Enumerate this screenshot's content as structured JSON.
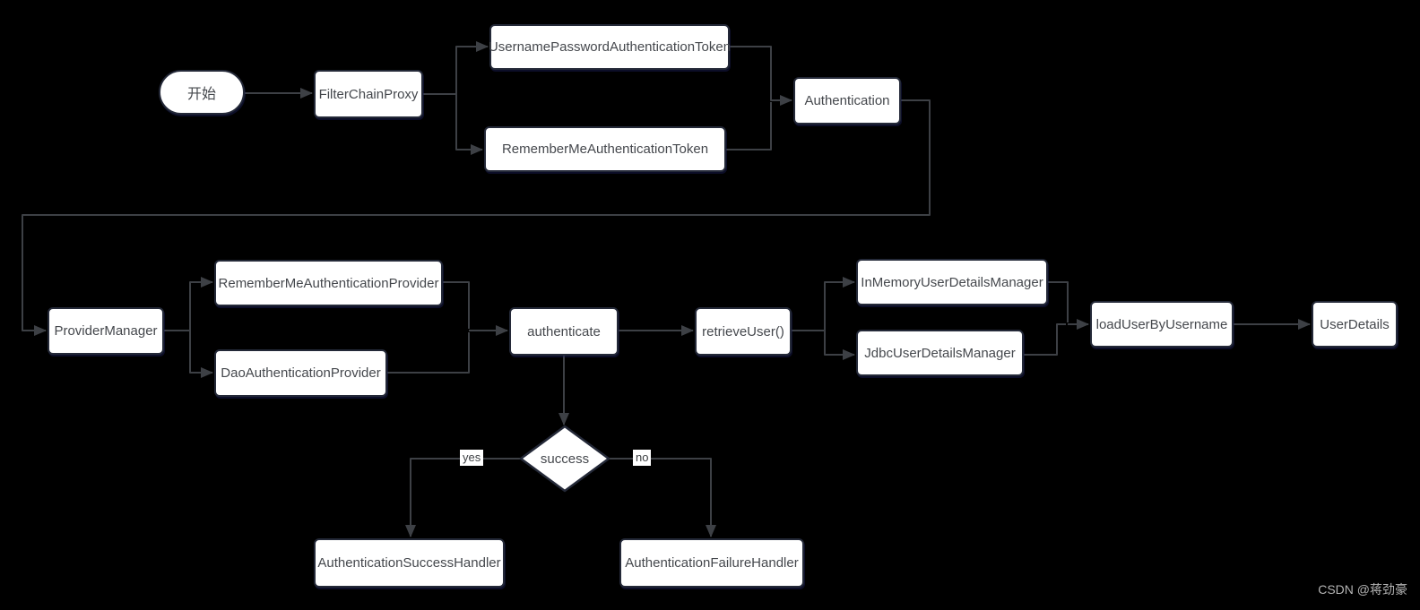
{
  "diagram": {
    "title_hint": "Spring Security authentication flowchart",
    "colors": {
      "background": "#000000",
      "node_fill": "#ffffff",
      "node_border": "#242938",
      "node_text": "#45484d",
      "line": "#3d4045"
    },
    "nodes": {
      "start": "开始",
      "filter_chain_proxy": "FilterChainProxy",
      "username_password_token": "UsernamePasswordAuthenticationToken",
      "remember_me_token": "RememberMeAuthenticationToken",
      "authentication": "Authentication",
      "provider_manager": "ProviderManager",
      "remember_me_provider": "RememberMeAuthenticationProvider",
      "dao_provider": "DaoAuthenticationProvider",
      "authenticate": "authenticate",
      "retrieve_user": "retrieveUser()",
      "in_memory_manager": "InMemoryUserDetailsManager",
      "jdbc_manager": "JdbcUserDetailsManager",
      "load_user_by_username": "loadUserByUsername",
      "user_details": "UserDetails",
      "decision": "success",
      "success_handler": "AuthenticationSuccessHandler",
      "failure_handler": "AuthenticationFailureHandler"
    },
    "edge_labels": {
      "yes": "yes",
      "no": "no"
    }
  },
  "watermark": "CSDN @蒋劲豪"
}
